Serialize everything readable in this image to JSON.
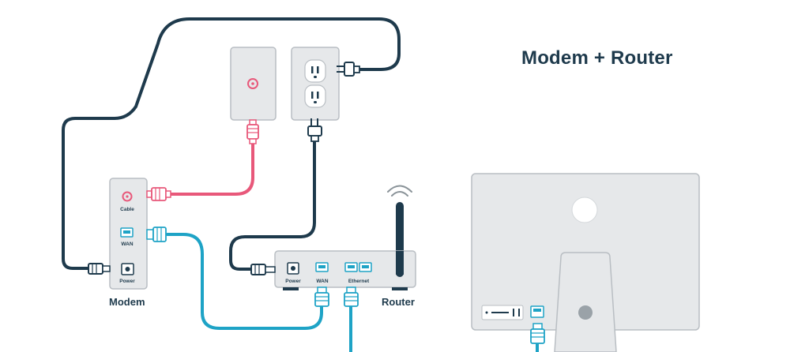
{
  "title": "Modem + Router",
  "modem": {
    "label": "Modem",
    "ports": {
      "cable": "Cable",
      "wan": "WAN",
      "power": "Power"
    }
  },
  "router": {
    "label": "Router",
    "ports": {
      "power": "Power",
      "wan": "WAN",
      "ethernet": "Ethernet"
    }
  },
  "colors": {
    "navy": "#1e3a4c",
    "coax": "#e8587a",
    "ethernet": "#1ea3c6",
    "device_fill": "#e6e8ea",
    "device_stroke": "#b9bec3"
  }
}
